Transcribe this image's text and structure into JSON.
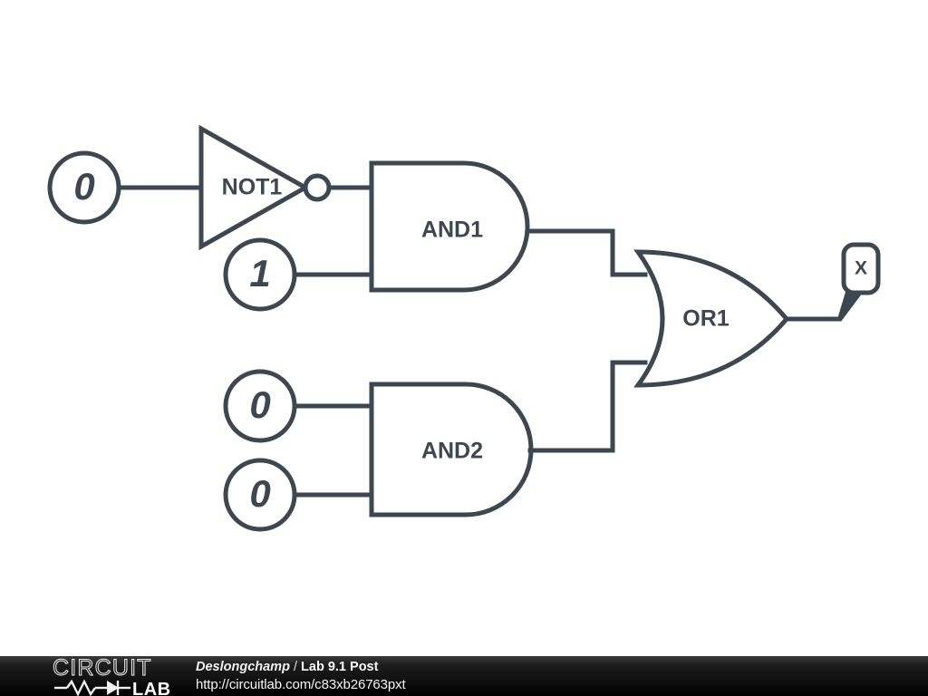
{
  "diagram": {
    "type": "logic-circuit-schematic",
    "stroke_color": "#3d474f",
    "background_color": "#ffffff",
    "gates": [
      {
        "id": "NOT1",
        "label": "NOT1",
        "kind": "not",
        "inputs": [
          "in-a"
        ],
        "output": "and1-in-1"
      },
      {
        "id": "AND1",
        "label": "AND1",
        "kind": "and",
        "inputs": [
          "NOT1",
          "in-b"
        ],
        "output": "OR1"
      },
      {
        "id": "AND2",
        "label": "AND2",
        "kind": "and",
        "inputs": [
          "in-c",
          "in-d"
        ],
        "output": "OR1"
      },
      {
        "id": "OR1",
        "label": "OR1",
        "kind": "or",
        "inputs": [
          "AND1",
          "AND2"
        ],
        "output": "X"
      }
    ],
    "inputs": [
      {
        "id": "in-a",
        "value": "0",
        "feeds": "NOT1"
      },
      {
        "id": "in-b",
        "value": "1",
        "feeds": "AND1"
      },
      {
        "id": "in-c",
        "value": "0",
        "feeds": "AND2"
      },
      {
        "id": "in-d",
        "value": "0",
        "feeds": "AND2"
      }
    ],
    "output_probe": {
      "id": "X",
      "label": "X"
    }
  },
  "footer": {
    "logo_top_text": "CIRCUIT",
    "logo_bottom_text": "LAB",
    "author": "Deslongchamp",
    "separator": "/",
    "title": "Lab 9.1 Post",
    "url": "http://circuitlab.com/c83xb26763pxt"
  }
}
